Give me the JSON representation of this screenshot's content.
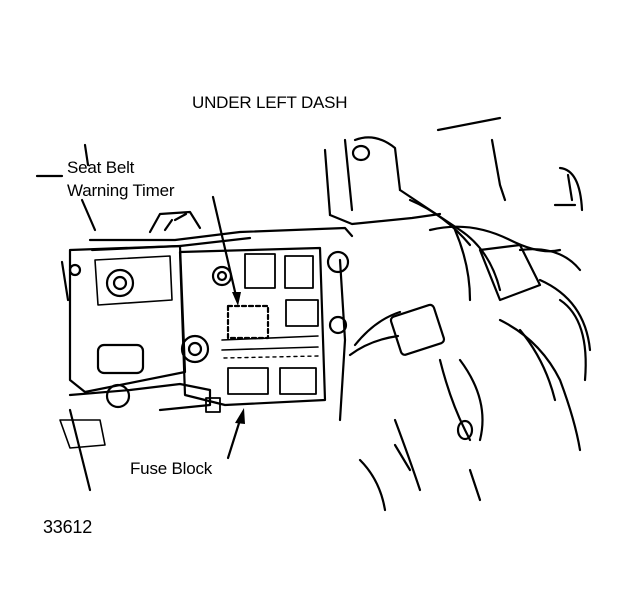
{
  "diagram": {
    "title": "UNDER LEFT DASH",
    "callouts": {
      "seat_belt_line1": "Seat Belt",
      "seat_belt_line2": "Warning Timer",
      "fuse_block": "Fuse Block"
    },
    "figure_number": "33612"
  },
  "colors": {
    "ink": "#000000",
    "paper": "#ffffff"
  }
}
